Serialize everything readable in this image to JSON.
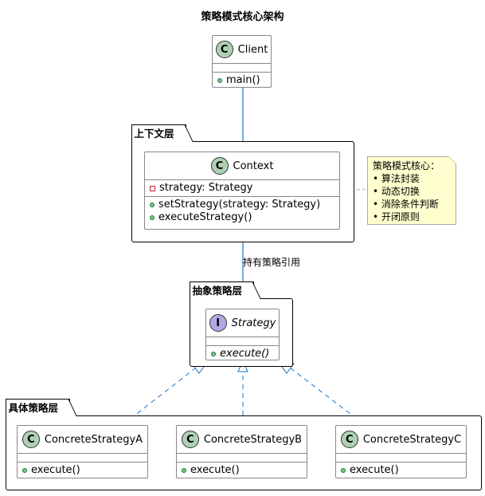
{
  "title": "策略模式核心架构",
  "packages": {
    "context": {
      "label": "上下文层"
    },
    "abstract": {
      "label": "抽象策略层"
    },
    "concrete": {
      "label": "具体策略层"
    }
  },
  "classes": {
    "client": {
      "stereotype_glyph": "C",
      "name": "Client",
      "methods": [
        "main()"
      ]
    },
    "context": {
      "stereotype_glyph": "C",
      "name": "Context",
      "fields": [
        "strategy: Strategy"
      ],
      "methods": [
        "setStrategy(strategy: Strategy)",
        "executeStrategy()"
      ]
    },
    "strategy": {
      "stereotype_glyph": "I",
      "name": "Strategy",
      "methods": [
        "execute()"
      ]
    },
    "concrete_a": {
      "stereotype_glyph": "C",
      "name": "ConcreteStrategyA",
      "methods": [
        "execute()"
      ]
    },
    "concrete_b": {
      "stereotype_glyph": "C",
      "name": "ConcreteStrategyB",
      "methods": [
        "execute()"
      ]
    },
    "concrete_c": {
      "stereotype_glyph": "C",
      "name": "ConcreteStrategyC",
      "methods": [
        "execute()"
      ]
    }
  },
  "edges": {
    "context_to_strategy": {
      "label": "持有策略引用"
    }
  },
  "note": {
    "heading": "策略模式核心：",
    "items": [
      "• 算法封装",
      "• 动态切换",
      "• 消除条件判断",
      "• 开闭原则"
    ]
  },
  "colors": {
    "arrow": "#1a73c8",
    "class_circle": "#add1b2",
    "interface_circle": "#b4a7e5",
    "note_background": "#fefece"
  }
}
